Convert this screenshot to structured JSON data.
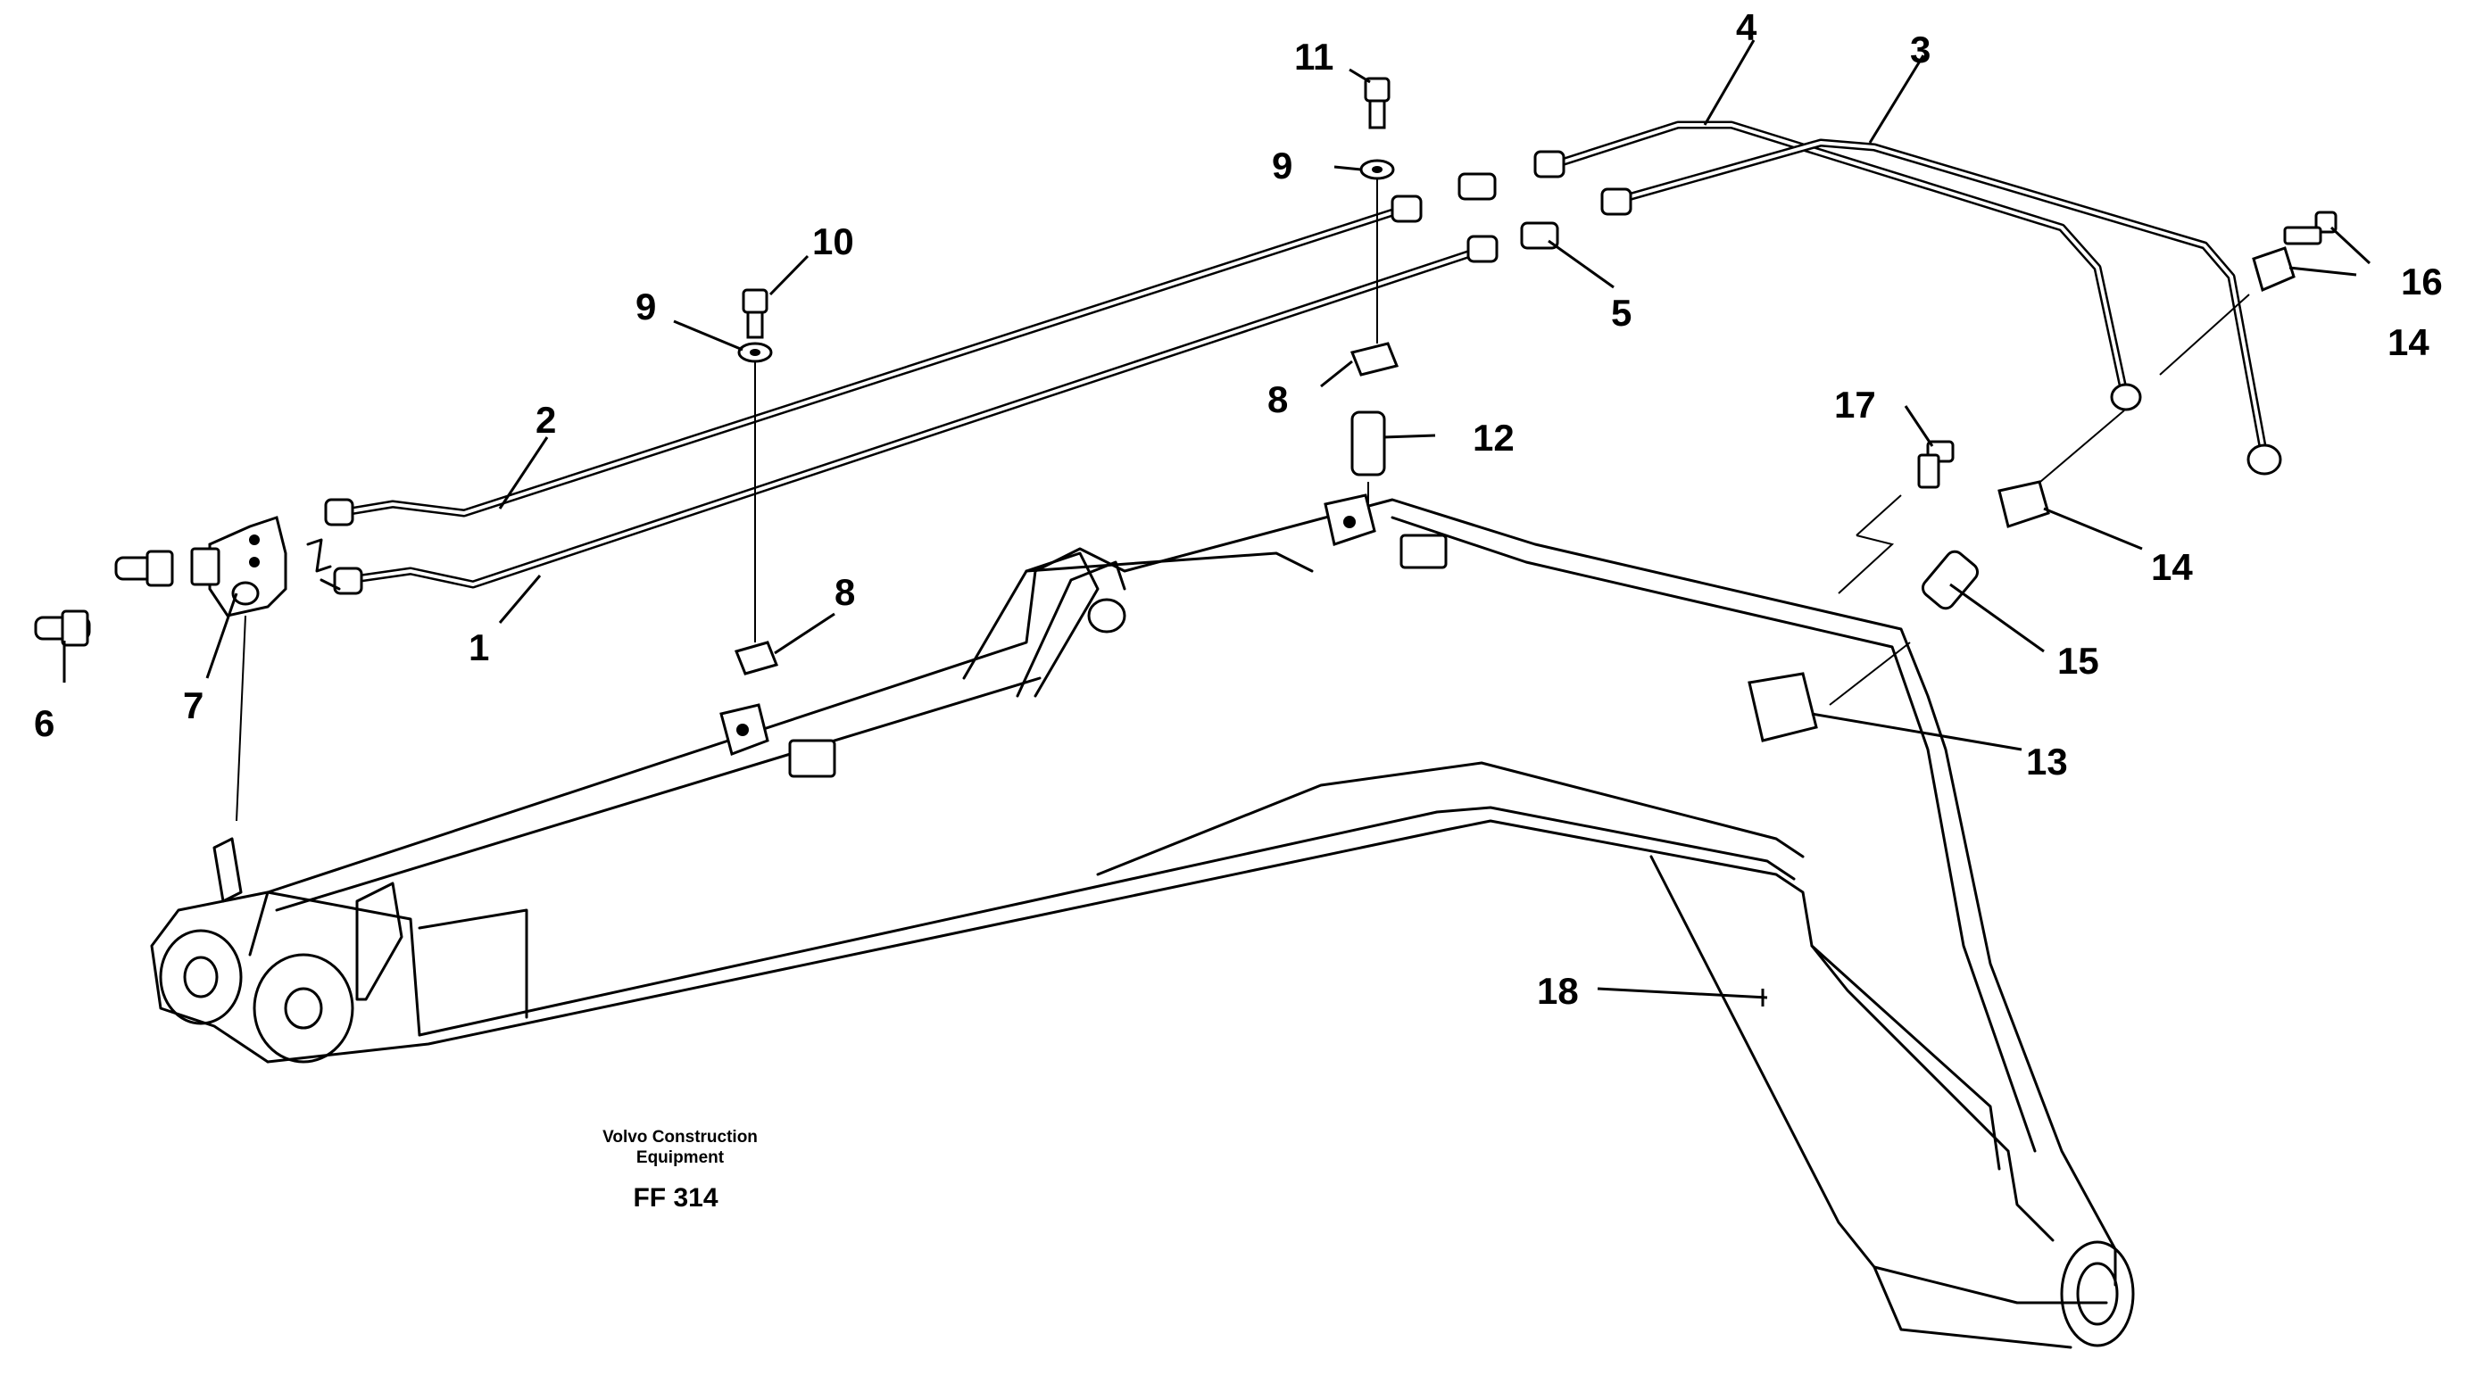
{
  "footer": {
    "company_line1": "Volvo Construction",
    "company_line2": "Equipment",
    "drawing_code": "FF 314"
  },
  "callouts": {
    "c1": "1",
    "c2": "2",
    "c3": "3",
    "c4": "4",
    "c5": "5",
    "c6": "6",
    "c7": "7",
    "c8a": "8",
    "c8b": "8",
    "c9a": "9",
    "c9b": "9",
    "c10": "10",
    "c11": "11",
    "c12": "12",
    "c13": "13",
    "c14a": "14",
    "c14b": "14",
    "c15": "15",
    "c16": "16",
    "c17": "17",
    "c18": "18"
  }
}
